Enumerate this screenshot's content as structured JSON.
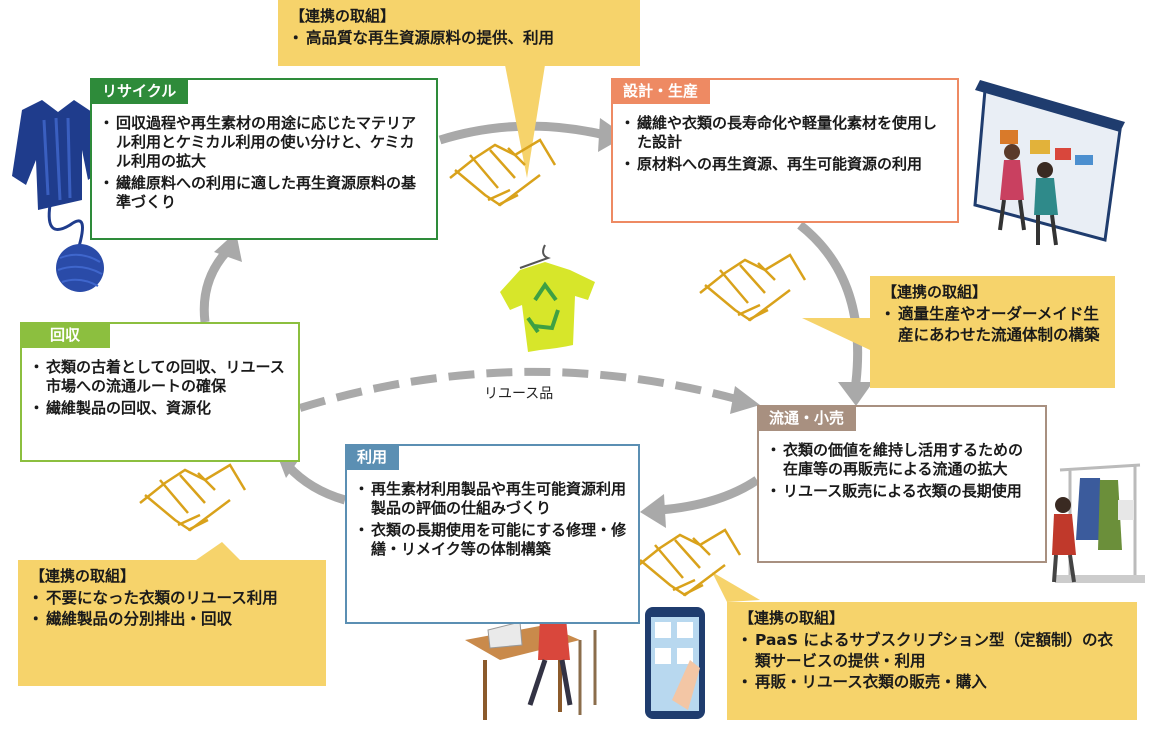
{
  "stages": {
    "recycle": {
      "title": "リサイクル",
      "items": [
        "回収過程や再生素材の用途に応じたマテリアル利用とケミカル利用の使い分けと、ケミカル利用の拡大",
        "繊維原料への利用に適した再生資源原料の基準づくり"
      ],
      "color": "#2e8b3a"
    },
    "design": {
      "title": "設計・生産",
      "items": [
        "繊維や衣類の長寿命化や軽量化素材を使用した設計",
        "原材料への再生資源、再生可能資源の利用"
      ],
      "color": "#ee8a63"
    },
    "retail": {
      "title": "流通・小売",
      "items": [
        "衣類の価値を維持し活用するための在庫等の再販売による流通の拡大",
        "リユース販売による衣類の長期使用"
      ],
      "color": "#a89080"
    },
    "use": {
      "title": "利用",
      "items": [
        "再生素材利用製品や再生可能資源利用製品の評価の仕組みづくり",
        "衣類の長期使用を可能にする修理・修繕・リメイク等の体制構築"
      ],
      "color": "#5b8fb3"
    },
    "collect": {
      "title": "回収",
      "items": [
        "衣類の古着としての回収、リユース市場への流通ルートの確保",
        "繊維製品の回収、資源化"
      ],
      "color": "#8cbf3f"
    }
  },
  "callouts": {
    "top": {
      "title": "【連携の取組】",
      "items": [
        "高品質な再生資源原料の提供、利用"
      ]
    },
    "right": {
      "title": "【連携の取組】",
      "items": [
        "適量生産やオーダーメイド生産にあわせた流通体制の構築"
      ]
    },
    "bottom_right": {
      "title": "【連携の取組】",
      "items": [
        "PaaS によるサブスクリプション型（定額制）の衣類サービスの提供・利用",
        "再販・リユース衣類の販売・購入"
      ]
    },
    "bottom_left": {
      "title": "【連携の取組】",
      "items": [
        "不要になった衣類のリユース利用",
        "繊維製品の分別排出・回収"
      ]
    }
  },
  "reuse_label": "リユース品",
  "colors": {
    "callout": "#f6d36b",
    "arrow": "#a9a9a9",
    "handshake": "#d9a21b"
  }
}
